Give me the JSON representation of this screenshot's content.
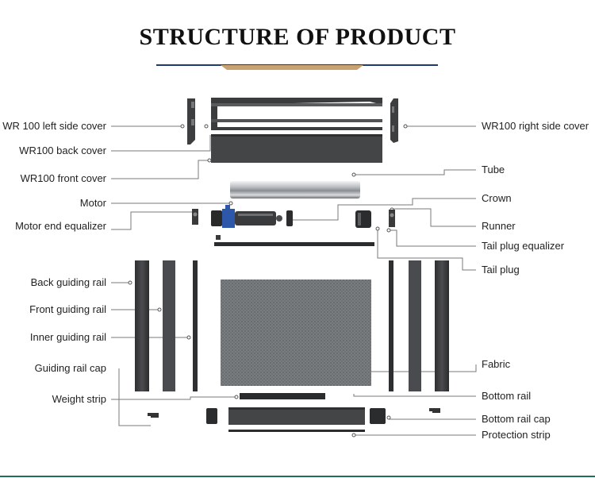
{
  "title": "STRUCTURE OF PRODUCT",
  "colors": {
    "accent_gold": "#C9A271",
    "accent_navy": "#1E3A6E",
    "metal_dark": "#3a3b3d",
    "tube_silver": "#c9ccd0",
    "motor_blue": "#2f5fb8",
    "fabric_gray": "#76797c"
  },
  "labels": {
    "left": {
      "wr100_left_side_cover": "WR 100 left side cover",
      "wr100_back_cover": "WR100 back cover",
      "wr100_front_cover": "WR100 front cover",
      "motor": "Motor",
      "motor_end_equalizer": "Motor end equalizer",
      "back_guiding_rail": "Back guiding rail",
      "front_guiding_rail": "Front guiding rail",
      "inner_guiding_rail": "Inner guiding rail",
      "guiding_rail_cap": "Guiding rail cap",
      "weight_strip": "Weight strip"
    },
    "right": {
      "wr100_right_side_cover": "WR100 right side cover",
      "tube": "Tube",
      "crown": "Crown",
      "runner": "Runner",
      "tail_plug_equalizer": "Tail plug equalizer",
      "tail_plug": "Tail plug",
      "fabric": "Fabric",
      "bottom_rail": "Bottom rail",
      "bottom_rail_cap": "Bottom rail cap",
      "protection_strip": "Protection strip"
    }
  }
}
